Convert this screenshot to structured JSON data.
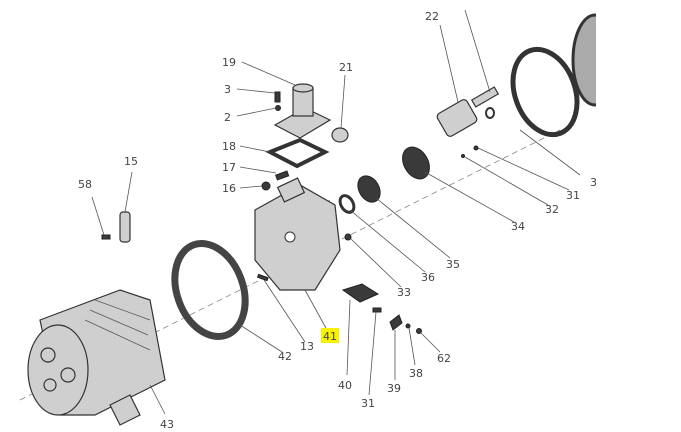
{
  "diagram": {
    "title": "Exploded parts view",
    "highlight_color": "#f6f200",
    "callouts": [
      {
        "id": "c22",
        "label": "22"
      },
      {
        "id": "c21",
        "label": "21"
      },
      {
        "id": "c19",
        "label": "19"
      },
      {
        "id": "c3",
        "label": "3"
      },
      {
        "id": "c2",
        "label": "2"
      },
      {
        "id": "c18",
        "label": "18"
      },
      {
        "id": "c17",
        "label": "17"
      },
      {
        "id": "c16",
        "label": "16"
      },
      {
        "id": "c15",
        "label": "15"
      },
      {
        "id": "c58",
        "label": "58"
      },
      {
        "id": "c31a",
        "label": "31"
      },
      {
        "id": "c32",
        "label": "32"
      },
      {
        "id": "c34",
        "label": "34"
      },
      {
        "id": "c35",
        "label": "35"
      },
      {
        "id": "c36",
        "label": "36"
      },
      {
        "id": "c33",
        "label": "33"
      },
      {
        "id": "c41",
        "label": "41",
        "highlighted": true
      },
      {
        "id": "c42",
        "label": "42"
      },
      {
        "id": "c13",
        "label": "13"
      },
      {
        "id": "c40",
        "label": "40"
      },
      {
        "id": "c31b",
        "label": "31"
      },
      {
        "id": "c39",
        "label": "39"
      },
      {
        "id": "c38",
        "label": "38"
      },
      {
        "id": "c62",
        "label": "62"
      },
      {
        "id": "c43",
        "label": "43"
      },
      {
        "id": "c3cut",
        "label": "3"
      }
    ]
  }
}
